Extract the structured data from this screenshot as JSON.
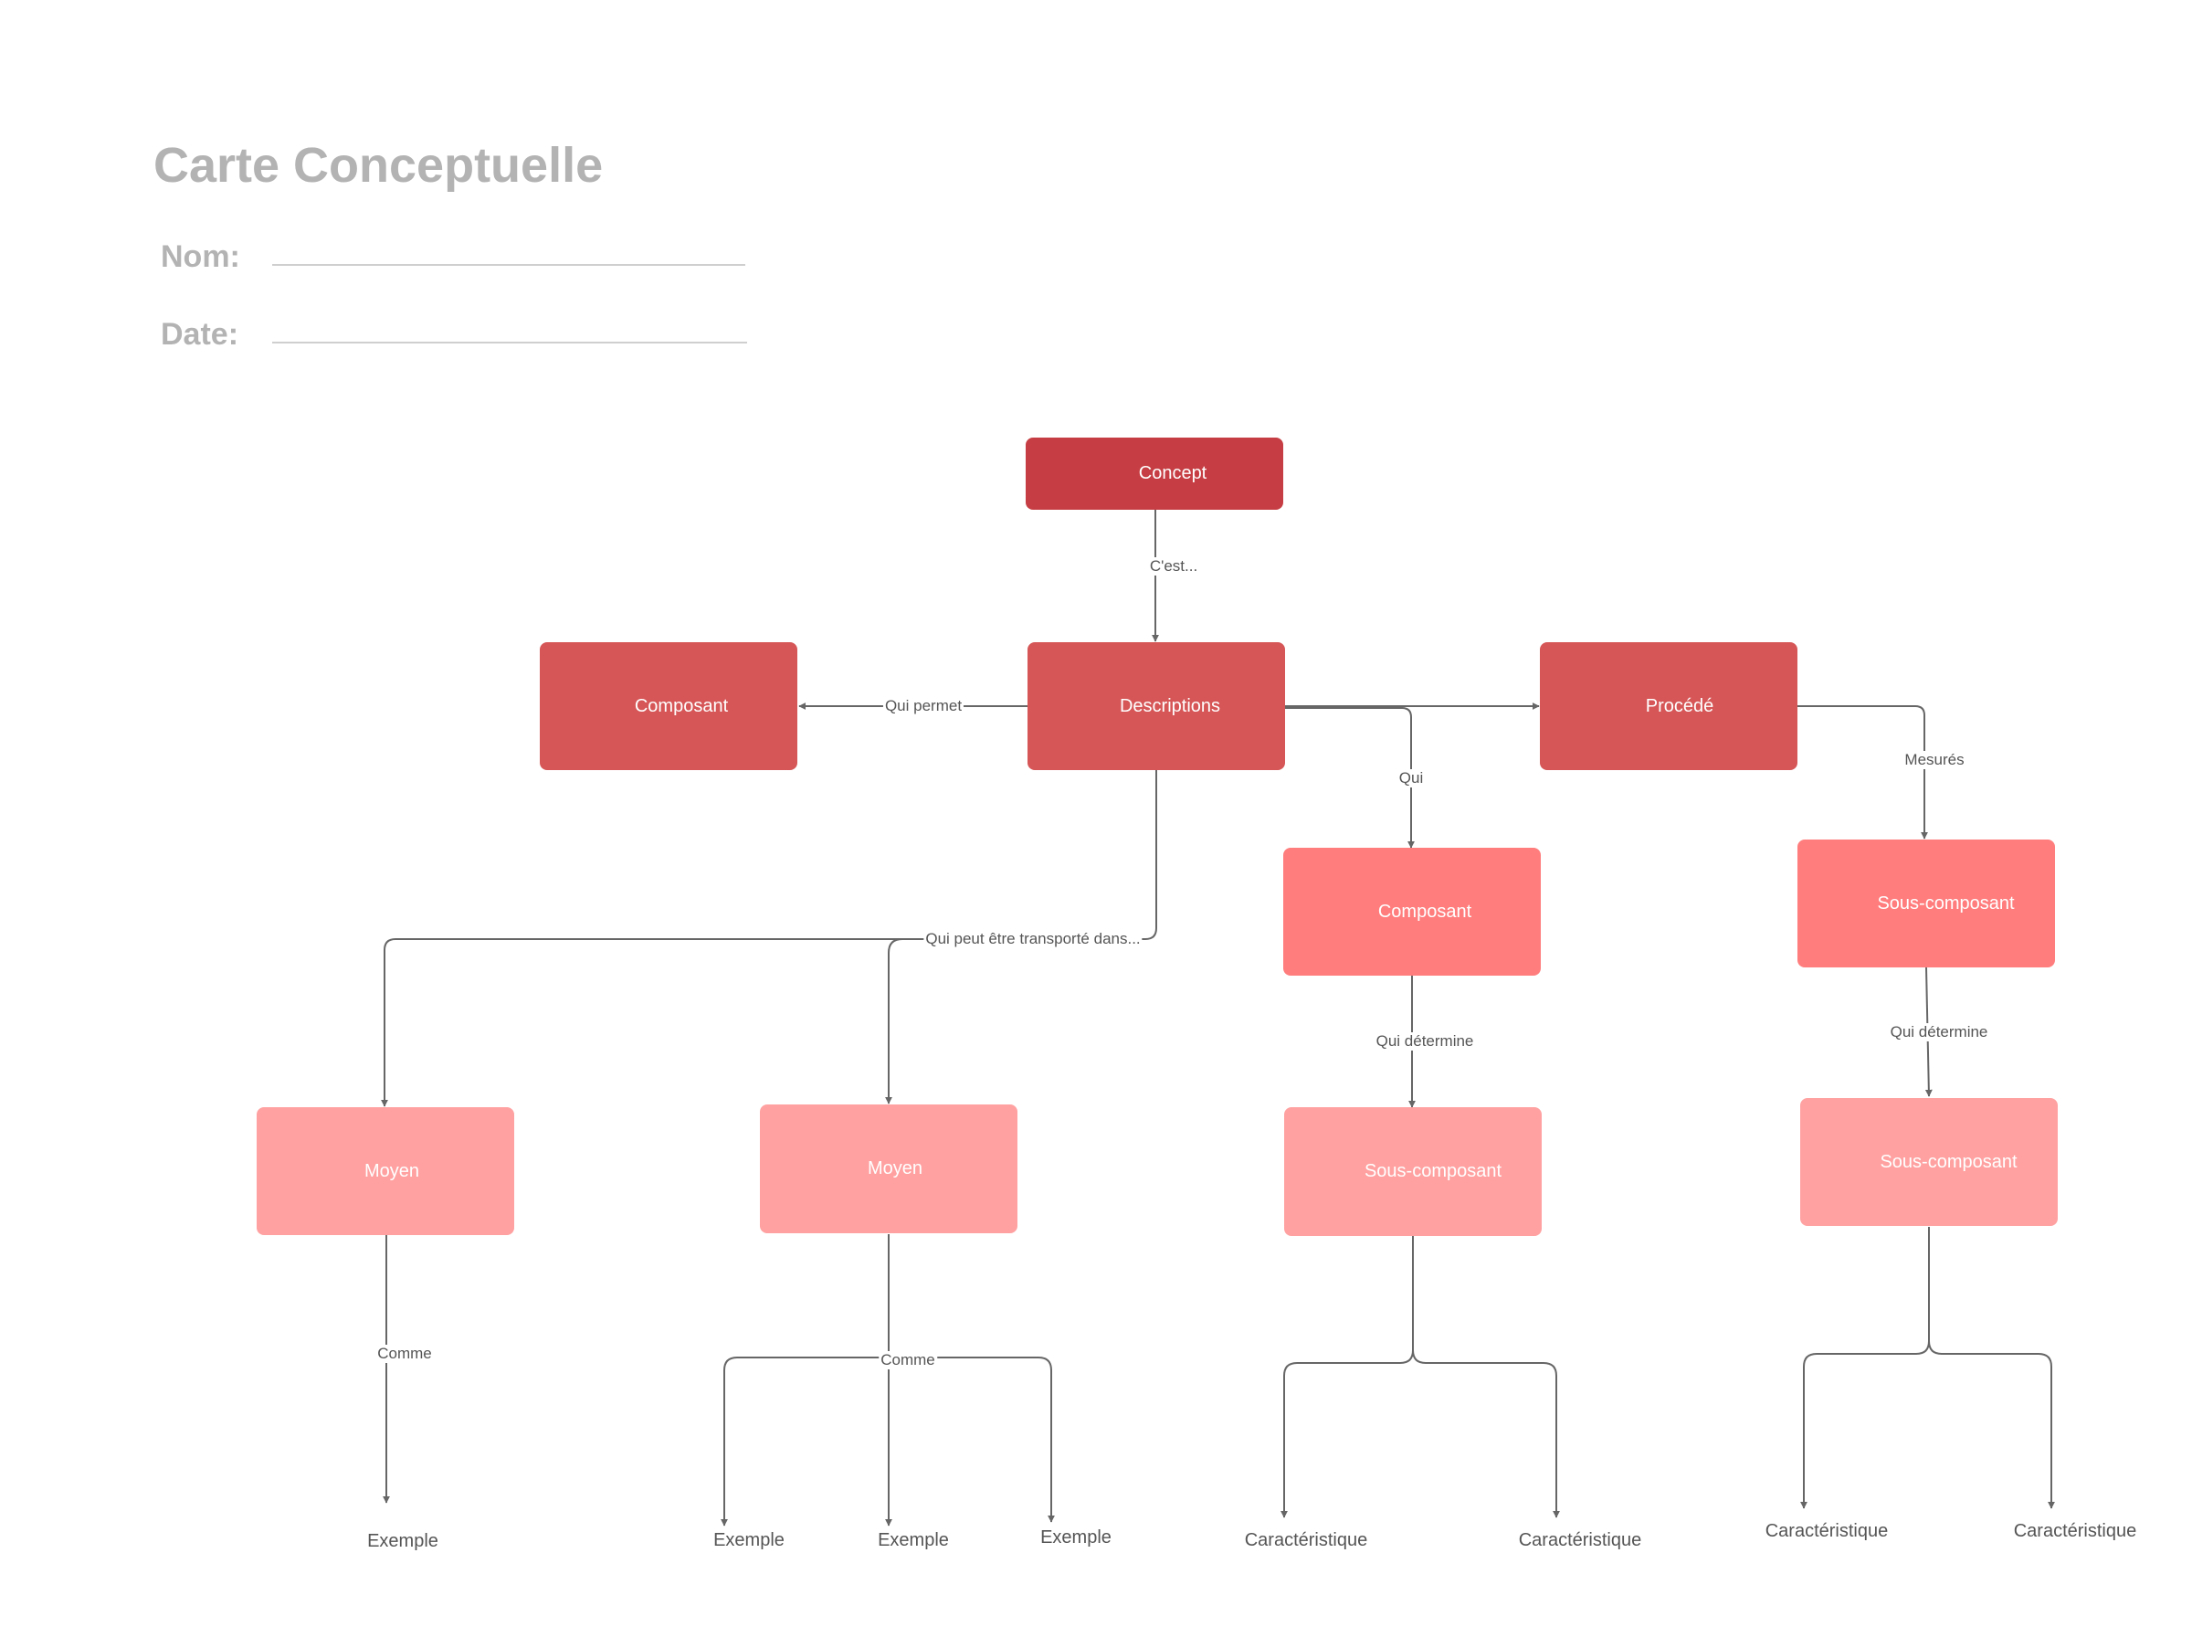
{
  "header": {
    "title": "Carte Conceptuelle",
    "name_label": "Nom:",
    "date_label": "Date:"
  },
  "colors": {
    "level1": "#c63e43",
    "level2": "#d65657",
    "level3": "#ff7d7d",
    "level4": "#ffa1a1",
    "connector": "#666666"
  },
  "nodes": {
    "concept": "Concept",
    "descriptions": "Descriptions",
    "composant_left": "Composant",
    "procede": "Procédé",
    "composant_mid": "Composant",
    "sous_composant_right": "Sous-composant",
    "moyen_1": "Moyen",
    "moyen_2": "Moyen",
    "sous_composant_mid": "Sous-composant",
    "sous_composant_right_2": "Sous-composant"
  },
  "edge_labels": {
    "cest": "C'est...",
    "qui_permet": "Qui permet",
    "qui": "Qui",
    "mesures": "Mesurés",
    "qui_peut_etre_transporte_dans": "Qui peut être transporté dans...",
    "qui_determine_1": "Qui détermine",
    "qui_determine_2": "Qui détermine",
    "comme_1": "Comme",
    "comme_2": "Comme"
  },
  "leaves": {
    "exemple_1": "Exemple",
    "exemple_2": "Exemple",
    "exemple_3": "Exemple",
    "exemple_4": "Exemple",
    "caracteristique_1": "Caractéristique",
    "caracteristique_2": "Caractéristique",
    "caracteristique_3": "Caractéristique",
    "caracteristique_4": "Caractéristique"
  }
}
